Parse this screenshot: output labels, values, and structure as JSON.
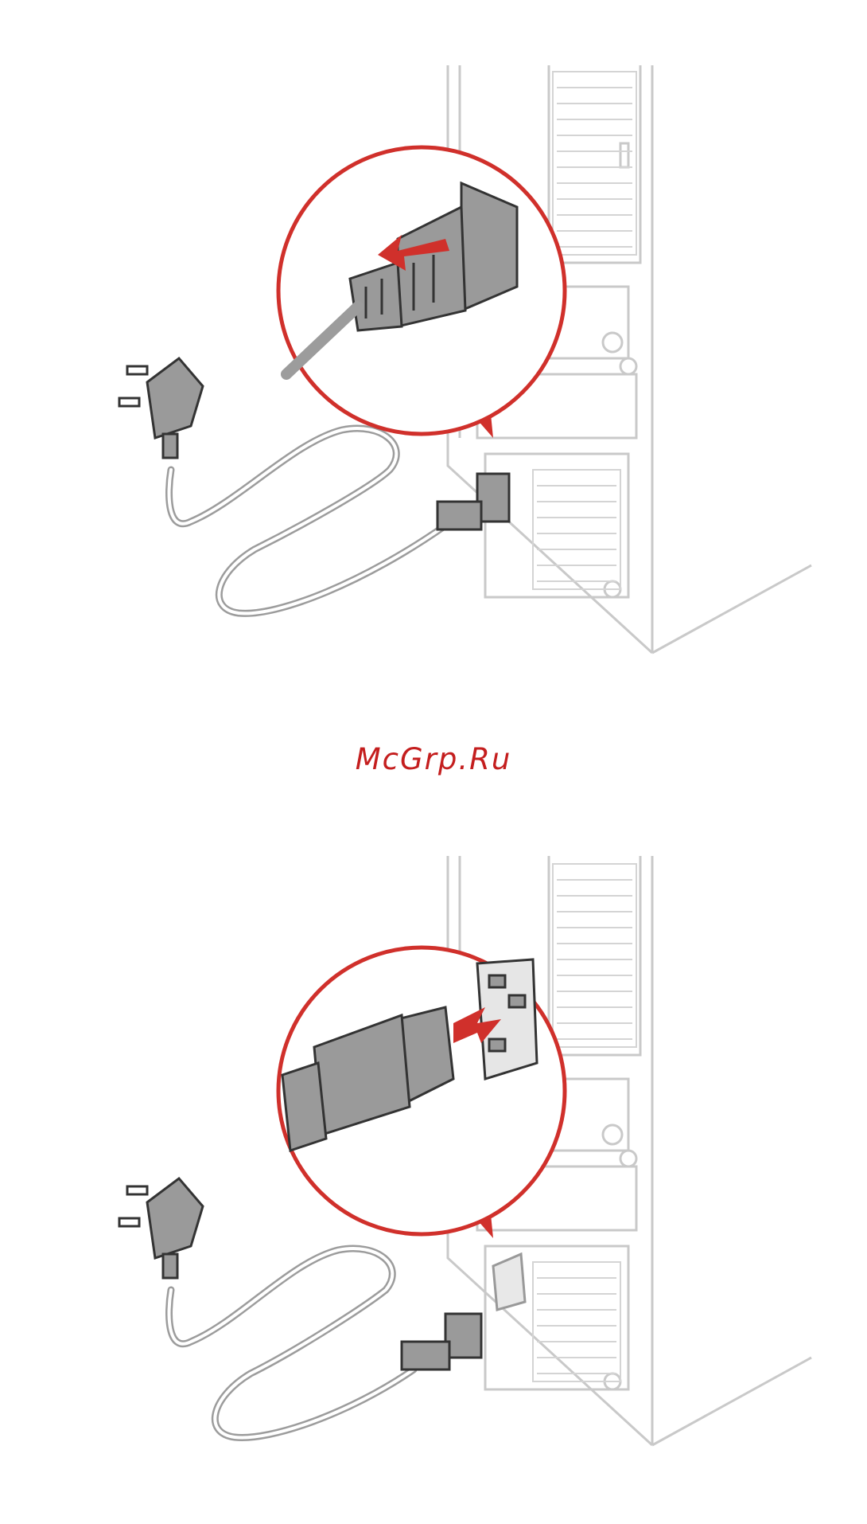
{
  "watermark": {
    "text": "McGrp.Ru"
  },
  "colors": {
    "accent_red": "#d0302b",
    "case_outline": "#c9c9c9",
    "cable_gray": "#9c9c9c",
    "plug_fill": "#9a9a9a",
    "plug_outline": "#333333"
  },
  "figures": [
    {
      "name": "disconnect-power-cord",
      "arrow_direction": "out"
    },
    {
      "name": "connect-power-cord",
      "arrow_direction": "in"
    }
  ]
}
